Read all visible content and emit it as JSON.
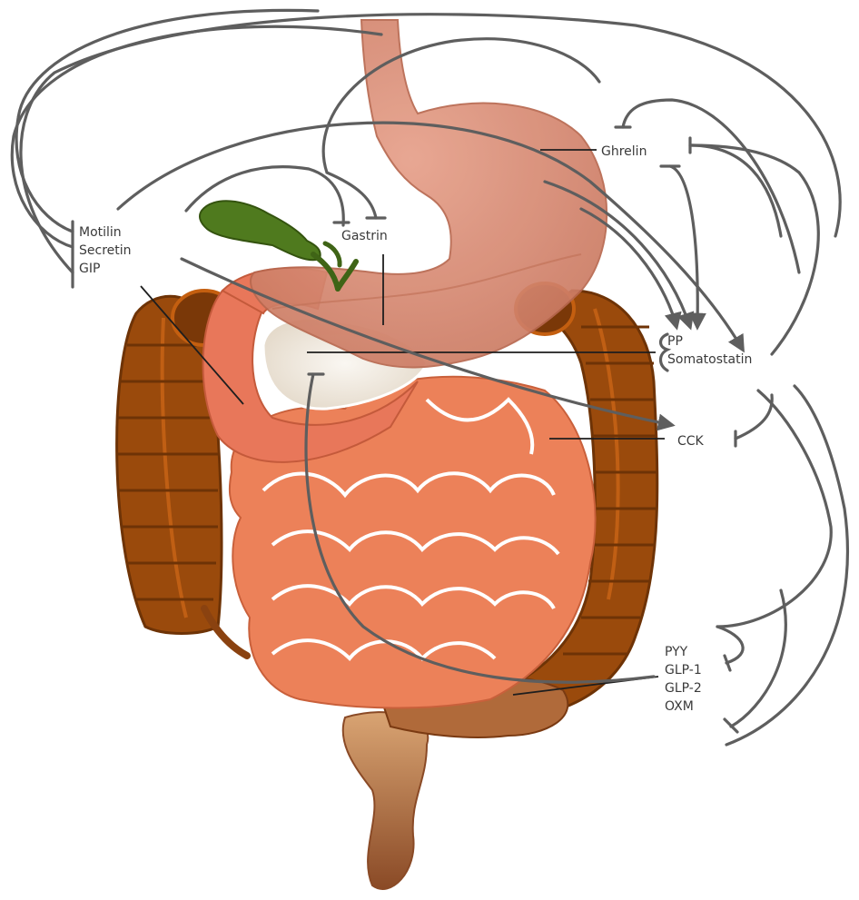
{
  "labels": {
    "motilin": "Motilin",
    "secretin": "Secretin",
    "gip": "GIP",
    "gastrin": "Gastrin",
    "ghrelin": "Ghrelin",
    "pp": "PP",
    "somatostatin": "Somatostatin",
    "cck": "CCK",
    "pyy": "PYY",
    "glp1": "GLP-1",
    "glp2": "GLP-2",
    "oxm": "OXM"
  },
  "colors": {
    "stomach": "#dc8f7a",
    "gallbladder": "#4f7a1e",
    "duodenum": "#e8775a",
    "pancreas": "#f3ede4",
    "small_intestine": "#ec8159",
    "colon": "#9a4a0c",
    "colon_dark": "#6e3306",
    "rectum": "#c98a56",
    "arrow": "#5e5e5e",
    "leader": "#1e1e1e"
  }
}
